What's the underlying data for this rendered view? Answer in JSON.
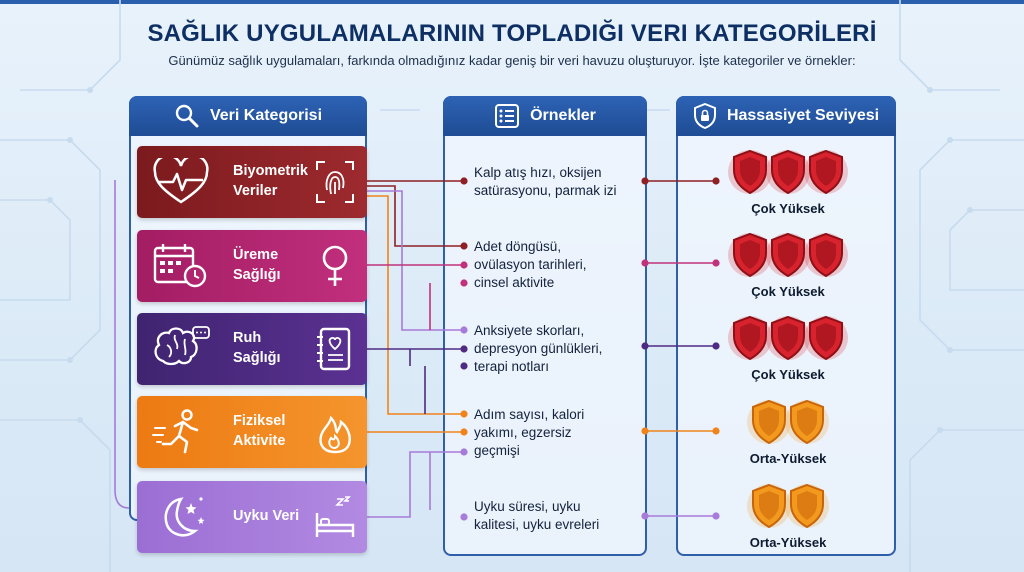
{
  "title": "SAĞLIK UYGULAMALARININ TOPLADIĞI VERI KATEGORİLERİ",
  "subtitle": "Günümüz sağlık uygulamaları, farkında olmadığınız kadar geniş bir veri havuzu oluşturuyor. İşte kategoriler ve örnekler:",
  "columns": {
    "category": "Veri Kategorisi",
    "examples": "Örnekler",
    "sensitivity": "Hassasiyet Seviyesi"
  },
  "rows": [
    {
      "category": [
        "Biyometrik",
        "Veriler"
      ],
      "examples": [
        "Kalp atış hızı, oksijen",
        "satürasyonu, parmak izi"
      ],
      "level": "Çok Yüksek",
      "shield_count": 3,
      "color": "#8e1f24",
      "line_color": "#8e1f24"
    },
    {
      "category": [
        "Üreme",
        "Sağlığı"
      ],
      "examples": [
        "Adet döngüsü,",
        "ovülasyon tarihleri,",
        "cinsel aktivite"
      ],
      "level": "Çok Yüksek",
      "shield_count": 3,
      "color": "#b32370",
      "line_color": "#c0327b"
    },
    {
      "category": [
        "Ruh",
        "Sağlığı"
      ],
      "examples": [
        "Anksiyete skorları,",
        "depresyon günlükleri,",
        "terapi notları"
      ],
      "level": "Çok Yüksek",
      "shield_count": 3,
      "color": "#4e2a83",
      "line_color": "#4e2a83"
    },
    {
      "category": [
        "Fiziksel",
        "Aktivite"
      ],
      "examples": [
        "Adım sayısı, kalori",
        "yakımı, egzersiz",
        "geçmişi"
      ],
      "level": "Orta-Yüksek",
      "shield_count": 2,
      "color": "#f0841b",
      "line_color": "#f0841b"
    },
    {
      "category": [
        "Uyku Veri"
      ],
      "examples": [
        "Uyku süresi, uyku",
        "kalitesi, uyku evreleri"
      ],
      "level": "Orta-Yüksek",
      "shield_count": 2,
      "color": "#a77bd9",
      "line_color": "#a77bd9"
    }
  ],
  "colors": {
    "header": "#2d63b5",
    "very_high_shield": "#d8232e",
    "medium_high_shield": "#f39a1e"
  },
  "icons": {
    "category": "search-icon",
    "examples": "list-icon",
    "sensitivity": "shield-lock-icon",
    "row_left": [
      "heart-pulse-icon",
      "calendar-cycle-icon",
      "brain-icon",
      "running-person-icon",
      "moon-stars-icon"
    ],
    "row_right": [
      "fingerprint-icon",
      "female-symbol-icon",
      "journal-heart-icon",
      "flame-icon",
      "sleeping-bed-icon"
    ]
  }
}
